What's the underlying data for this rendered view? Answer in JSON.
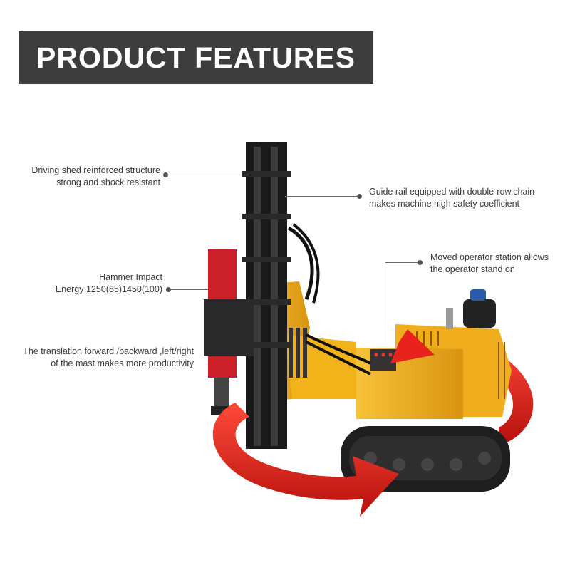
{
  "banner": {
    "title": "PRODUCT FEATURES"
  },
  "callouts": [
    {
      "lines": [
        "Driving shed reinforced structure",
        "strong and shock resistant"
      ]
    },
    {
      "lines": [
        "Guide rail equipped with double-row,chain",
        "makes machine high safety coefficient"
      ]
    },
    {
      "lines": [
        "Moved operator station allows",
        "the operator stand on"
      ]
    },
    {
      "lines": [
        "Hammer Impact",
        "Energy 1250(85)1450(100)"
      ]
    },
    {
      "lines": [
        "The translation forward /backward ,left/right",
        "of the mast makes more productivity"
      ]
    }
  ],
  "colors": {
    "banner_bg": "#3d3d3d",
    "machine_yellow": "#f2b21a",
    "arrow_red": "#e8221c",
    "hammer_red": "#c9202a",
    "track": "#1e1e1e"
  }
}
